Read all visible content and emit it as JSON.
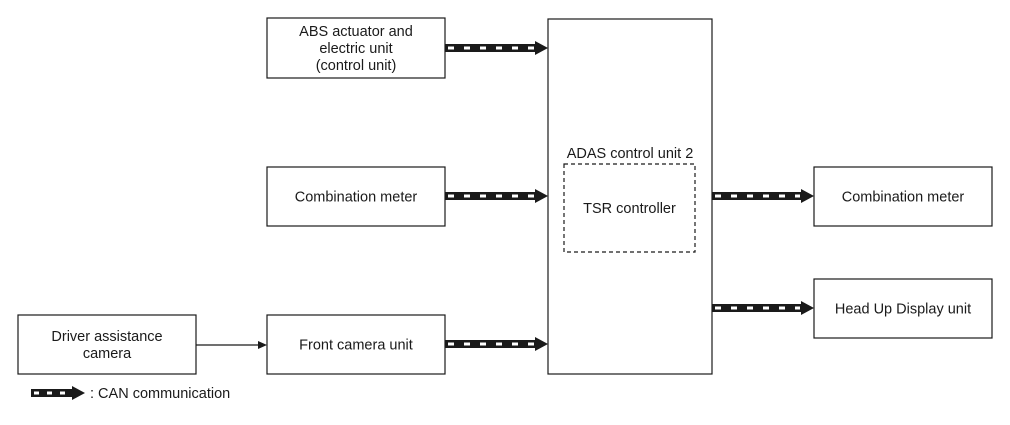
{
  "colors": {
    "line": "#1a1a1a",
    "background": "#ffffff"
  },
  "nodes": {
    "abs": {
      "lines": [
        "ABS actuator and",
        "electric unit",
        "(control unit)"
      ]
    },
    "meter_in": {
      "lines": [
        "Combination meter"
      ]
    },
    "front_camera": {
      "lines": [
        "Front camera unit"
      ]
    },
    "driver_camera": {
      "lines": [
        "Driver assistance",
        "camera"
      ]
    },
    "adas": {
      "lines": [
        "ADAS control unit 2"
      ]
    },
    "tsr": {
      "lines": [
        "TSR controller"
      ]
    },
    "meter_out": {
      "lines": [
        "Combination meter"
      ]
    },
    "hud": {
      "lines": [
        "Head Up Display unit"
      ]
    }
  },
  "connections": [
    {
      "from": "abs",
      "to": "adas",
      "type": "CAN"
    },
    {
      "from": "meter_in",
      "to": "adas",
      "type": "CAN"
    },
    {
      "from": "front_camera",
      "to": "adas",
      "type": "CAN"
    },
    {
      "from": "driver_camera",
      "to": "front_camera",
      "type": "plain"
    },
    {
      "from": "adas",
      "to": "meter_out",
      "type": "CAN"
    },
    {
      "from": "adas",
      "to": "hud",
      "type": "CAN"
    }
  ],
  "legend": {
    "label": ": CAN communication",
    "icon": "can-arrow-icon"
  }
}
